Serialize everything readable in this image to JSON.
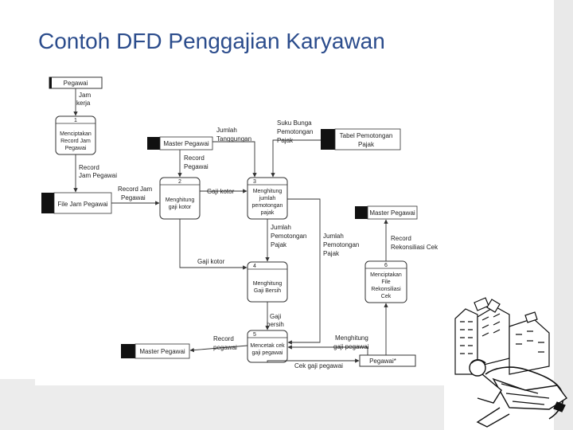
{
  "title": "Contoh DFD Penggajian Karyawan",
  "entities": {
    "pegawai_top": "Pegawai",
    "pegawai_bottom": "Pegawai*"
  },
  "stores": {
    "master_pegawai_1": "Master Pegawai",
    "tabel_potongan": [
      "Tabel Pemotongan",
      "Pajak"
    ],
    "file_jam": "File Jam Pegawai",
    "master_pegawai_2": "Master Pegawai",
    "master_pegawai_3": "Master Pegawai"
  },
  "processes": [
    {
      "num": "1",
      "label": [
        "Menciptakan",
        "Record Jam",
        "Pegawai"
      ]
    },
    {
      "num": "2",
      "label": [
        "Menghitung",
        "gaji kotor"
      ]
    },
    {
      "num": "3",
      "label": [
        "Menghitung",
        "jumlah",
        "pemotongan",
        "pajak"
      ]
    },
    {
      "num": "4",
      "label": [
        "Menghitung",
        "Gaji Bersih"
      ]
    },
    {
      "num": "5",
      "label": [
        "Mencetak cek",
        "gaji pegawai"
      ]
    },
    {
      "num": "6",
      "label": [
        "Menciptakan",
        "File",
        "Rekonsiliasi",
        "Cek"
      ]
    }
  ],
  "flows": {
    "jam_kerja": [
      "Jam",
      "kerja"
    ],
    "record_jam_pegawai": [
      "Record",
      "Jam Pegawai"
    ],
    "record_jam_pegawai2": [
      "Record Jam",
      "Pegawai"
    ],
    "jumlah_tanggungan": [
      "Jumlah",
      "Tanggungan"
    ],
    "suku_bunga": [
      "Suku Bunga",
      "Pemotongan",
      "Pajak"
    ],
    "record_pegawai": [
      "Record",
      "Pegawai"
    ],
    "gaji_kotor_1": "Gaji kotor",
    "gaji_kotor_2": "Gaji kotor",
    "jumlah_pemotongan_pajak_1": [
      "Jumlah",
      "Pemotongan",
      "Pajak"
    ],
    "jumlah_pemotongan_pajak_2": [
      "Jumlah",
      "Pemotongan",
      "Pajak"
    ],
    "record_rekonsiliasi": [
      "Record",
      "Rekonsiliasi Cek"
    ],
    "gaji_bersih": [
      "Gaji",
      "bersih"
    ],
    "record_pegawai_2": [
      "Record",
      "pegawai"
    ],
    "menghitung_gaji_pegawai": [
      "Menghitung",
      "gaji pegawai"
    ],
    "cek_gaji_pegawai": "Cek gaji pegawai"
  }
}
